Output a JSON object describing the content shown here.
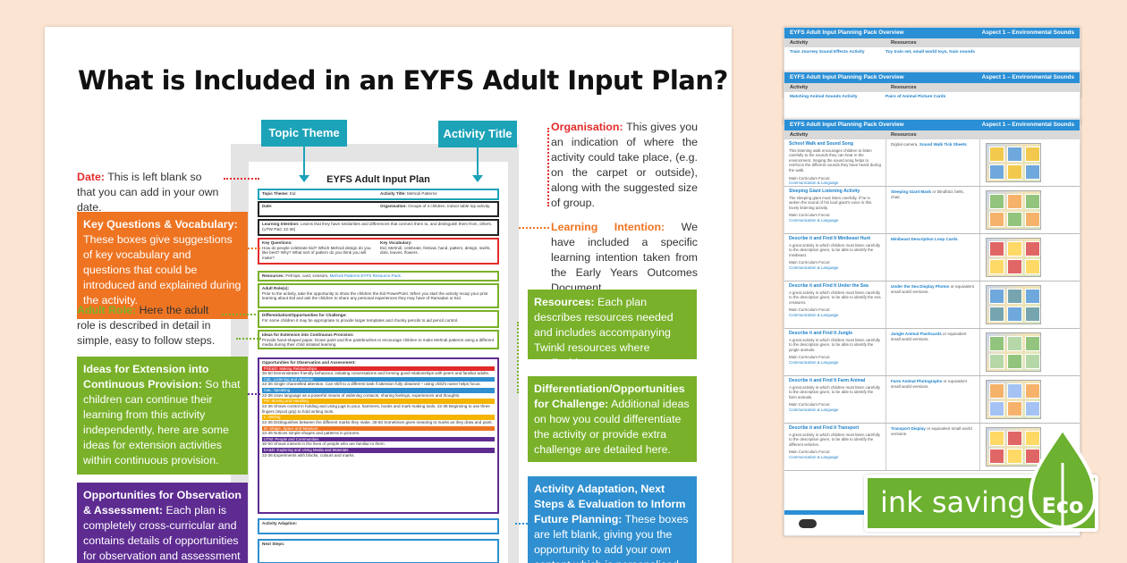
{
  "main_title": "What is Included in an EYFS Adult Input Plan?",
  "tags": {
    "topic_theme": "Topic Theme",
    "activity_title": "Activity Title"
  },
  "plan": {
    "title": "EYFS Adult Input Plan",
    "topic_label": "Topic Theme:",
    "topic_value": "Eid",
    "activity_label": "Activity Title:",
    "activity_value": "Mehndi Patterns",
    "date_label": "Date:",
    "organisation_label": "Organisation:",
    "organisation_value": "Groups of 4 children. Indoor table top activity.",
    "intention_label": "Learning Intention:",
    "intention_value": "Learns that they have similarities and differences that connect them to, and distinguish them from, others. (UTW P&C 22-36)",
    "questions_label": "Key Questions:",
    "questions_value": "How do people celebrate Eid? Which Mehndi design do you like best? Why? What sort of pattern do you think you will make?",
    "vocab_label": "Key Vocabulary:",
    "vocab_value": "Eid, Mehndi, celebrate, festival, hand, pattern, design, swirls, dots, leaves, flowers.",
    "resources_label": "Resources:",
    "resources_value": "Felt tips, card, scissors,",
    "resources_link": "Mehndi Patterns EYFS Resource Pack.",
    "adult_role_label": "Adult Role(s):",
    "adult_role_value": "Prior to the activity, take the opportunity to show the children the Eid PowerPoint. When you start the activity recap your prior learning about Eid and ask the children to share any personal experiences they may have of Ramadan or Eid.",
    "diff_label": "Differentiation/Opportunities for Challenge:",
    "diff_value": "For some children it may be appropriate to provide larger templates and chunky pencils to aid pencil control.",
    "ext_label": "Ideas for Extension into Continuous Provision:",
    "ext_value": "Provide hand-shaped paper, brown paint and fine paintbrushes to encourage children to make Mehndi patterns using a different media during their child initiated learning.",
    "obs_label": "Opportunities for Observation and Assessment:",
    "obs_bands": [
      {
        "label": "PSE&D: Making Relationships",
        "color": "#e32b2b",
        "text": "30-50 Demonstrates friendly behaviour, initiating conversations and forming good relationships with peers and familiar adults."
      },
      {
        "label": "C&L: Listening and Attention",
        "color": "#2f8fd0",
        "text": "22-36 Single channelled attention. Can shift to a different task if attention fully obtained – using child's name helps focus."
      },
      {
        "label": "C&L: Speaking",
        "color": "#2f8fd0",
        "text": "22-36 Uses language as a powerful means of widening contacts, sharing feelings, experiences and thoughts."
      },
      {
        "label": "PD: Moving and Handling",
        "color": "#f5b400",
        "text": "22-36 Shows control in holding and using jugs to pour, hammers, books and mark-making tools. 22-36 Beginning to use three fingers (tripod grip) to hold writing tools."
      },
      {
        "label": "L: Writing",
        "color": "#f5b400",
        "text": "22-36 Distinguishes between the different marks they make. 30-50 Sometimes gives meaning to marks as they draw and paint."
      },
      {
        "label": "M: Shape, Space and Measure",
        "color": "#ee7422",
        "text": "22-36 Notices simple shapes and patterns in pictures."
      },
      {
        "label": "UTW: People and Communities",
        "color": "#5e2b91",
        "text": "30-50 Shows interest in the lives of people who are familiar to them."
      },
      {
        "label": "EA&D: Exploring and Using Media and Materials",
        "color": "#5e2b91",
        "text": "22-36 Experiments with blocks, colours and marks."
      }
    ],
    "adaptation_label": "Activity Adaption:",
    "next_steps_label": "Next Steps:"
  },
  "notes": {
    "date": {
      "label": "Date:",
      "text": " This is left blank so that you can add in your own date."
    },
    "adult_role": {
      "label": "Adult Role:",
      "text": " Here the adult role is described in detail in simple, easy to follow steps."
    },
    "organisation": {
      "label": "Organisation:",
      "text": " This gives you an indication of where the activity could take place, (e.g. on the carpet or outside), along with the suggested size of group."
    },
    "learning_intention": {
      "label": "Learning Intention:",
      "text": " We have included a specific learning intention taken from the Early Years Outcomes Document."
    }
  },
  "callouts": {
    "key_questions": {
      "label": "Key Questions & Vocabulary:",
      "text": " These boxes give suggestions of key vocabulary and questions that could be introduced and explained during the activity."
    },
    "extension": {
      "label": "Ideas for Extension into Continuous Provision:",
      "text": " So that children can continue their learning from this activity independently, here are some ideas for extension activities within continuous provision."
    },
    "observation": {
      "label": "Opportunities for Observation & Assessment:",
      "text": " Each plan is completely cross-curricular and contains details of opportunities for observation and assessment"
    },
    "resources": {
      "label": "Resources:",
      "text": " Each plan describes resources needed and includes accompanying Twinkl resources where applicable."
    },
    "differentiation": {
      "label": "Differentiation/Opportunities for Challenge:",
      "text": " Additional ideas on how you could differentiate the activity or provide extra challenge are detailed here."
    },
    "adaptation": {
      "label": "Activity Adaptation, Next Steps & Evaluation to Inform Future Planning:",
      "text": " These boxes are left blank, giving you the opportunity to add your own content which is personalised to"
    }
  },
  "overview": {
    "title": "EYFS Adult Input Planning Pack Overview",
    "aspect": "Aspect 1 – Environmental Sounds",
    "col_activity": "Activity",
    "col_resources": "Resources",
    "back1_activity": "Train Journey Sound Effects Activity",
    "back1_resource": "Toy train set, small world toys, train sounds",
    "back2_activity": "Matching Animal Sounds Activity",
    "back2_resource": "Pairs of Animal Picture Cards",
    "rows": [
      {
        "title": "School Walk and Sound Song",
        "desc": "This listening walk encourages children to listen carefully to the sounds they can hear in the environment. Singing the sound song helps to reinforce the different sounds they have heard during the walk.",
        "focus": "Communication & Language",
        "res_pre": "Digital camera, ",
        "res_link": "Sound Walk Tick Sheets",
        "res_post": ""
      },
      {
        "title": "Sleeping Giant Listening Activity",
        "desc": "The sleeping giant must listen carefully. If he is woken the sound of his loud giant's voice in this lovely listening activity.",
        "focus": "Communication & Language",
        "res_pre": "",
        "res_link": "Sleeping Giant Mask",
        "res_post": " or blindfold, bells, chair."
      },
      {
        "title": "Describe it and Find It Minibeast Hunt",
        "desc": "A great activity in which children must listen carefully to the description given, to be able to identify the minibeast.",
        "focus": "Communication & Language",
        "res_pre": "",
        "res_link": "Minibeast Description Loop Cards",
        "res_post": "."
      },
      {
        "title": "Describe it and Find It Under the Sea",
        "desc": "A great activity in which children must listen carefully to the description given, to be able to identify the sea creatures.",
        "focus": "Communication & Language",
        "res_pre": "",
        "res_link": "Under the Sea Display Photos",
        "res_post": " or equivalent small world versions."
      },
      {
        "title": "Describe it and Find It Jungle",
        "desc": "A great activity in which children must listen carefully to the description given, to be able to identify the jungle animals.",
        "focus": "Communication & Language",
        "res_pre": "",
        "res_link": "Jungle Animal Flashcards",
        "res_post": " or equivalent small world versions."
      },
      {
        "title": "Describe it and Find It Farm Animal",
        "desc": "A great activity in which children must listen carefully to the description given, to be able to identify the farm animals.",
        "focus": "Communication & Language",
        "res_pre": "",
        "res_link": "Farm Animal Photographs",
        "res_post": " or equivalent small world versions."
      },
      {
        "title": "Describe it and Find It Transport",
        "desc": "A great activity in which children must listen carefully to the description given, to be able to identify the different vehicles.",
        "focus": "Communication & Language",
        "res_pre": "",
        "res_link": "Transport Display",
        "res_post": " or equivalent small world versions."
      }
    ],
    "focus_label": "Main Curriculum Focus:"
  },
  "eco": {
    "text": "ink saving",
    "badge": "Eco"
  },
  "colors": {
    "orange": "#ee7422",
    "green": "#79b12a",
    "purple": "#5e2b91",
    "blue": "#2f8fd0",
    "teal": "#1ca3b8",
    "red": "#e32b2b",
    "eco_green": "#6cb12f"
  }
}
